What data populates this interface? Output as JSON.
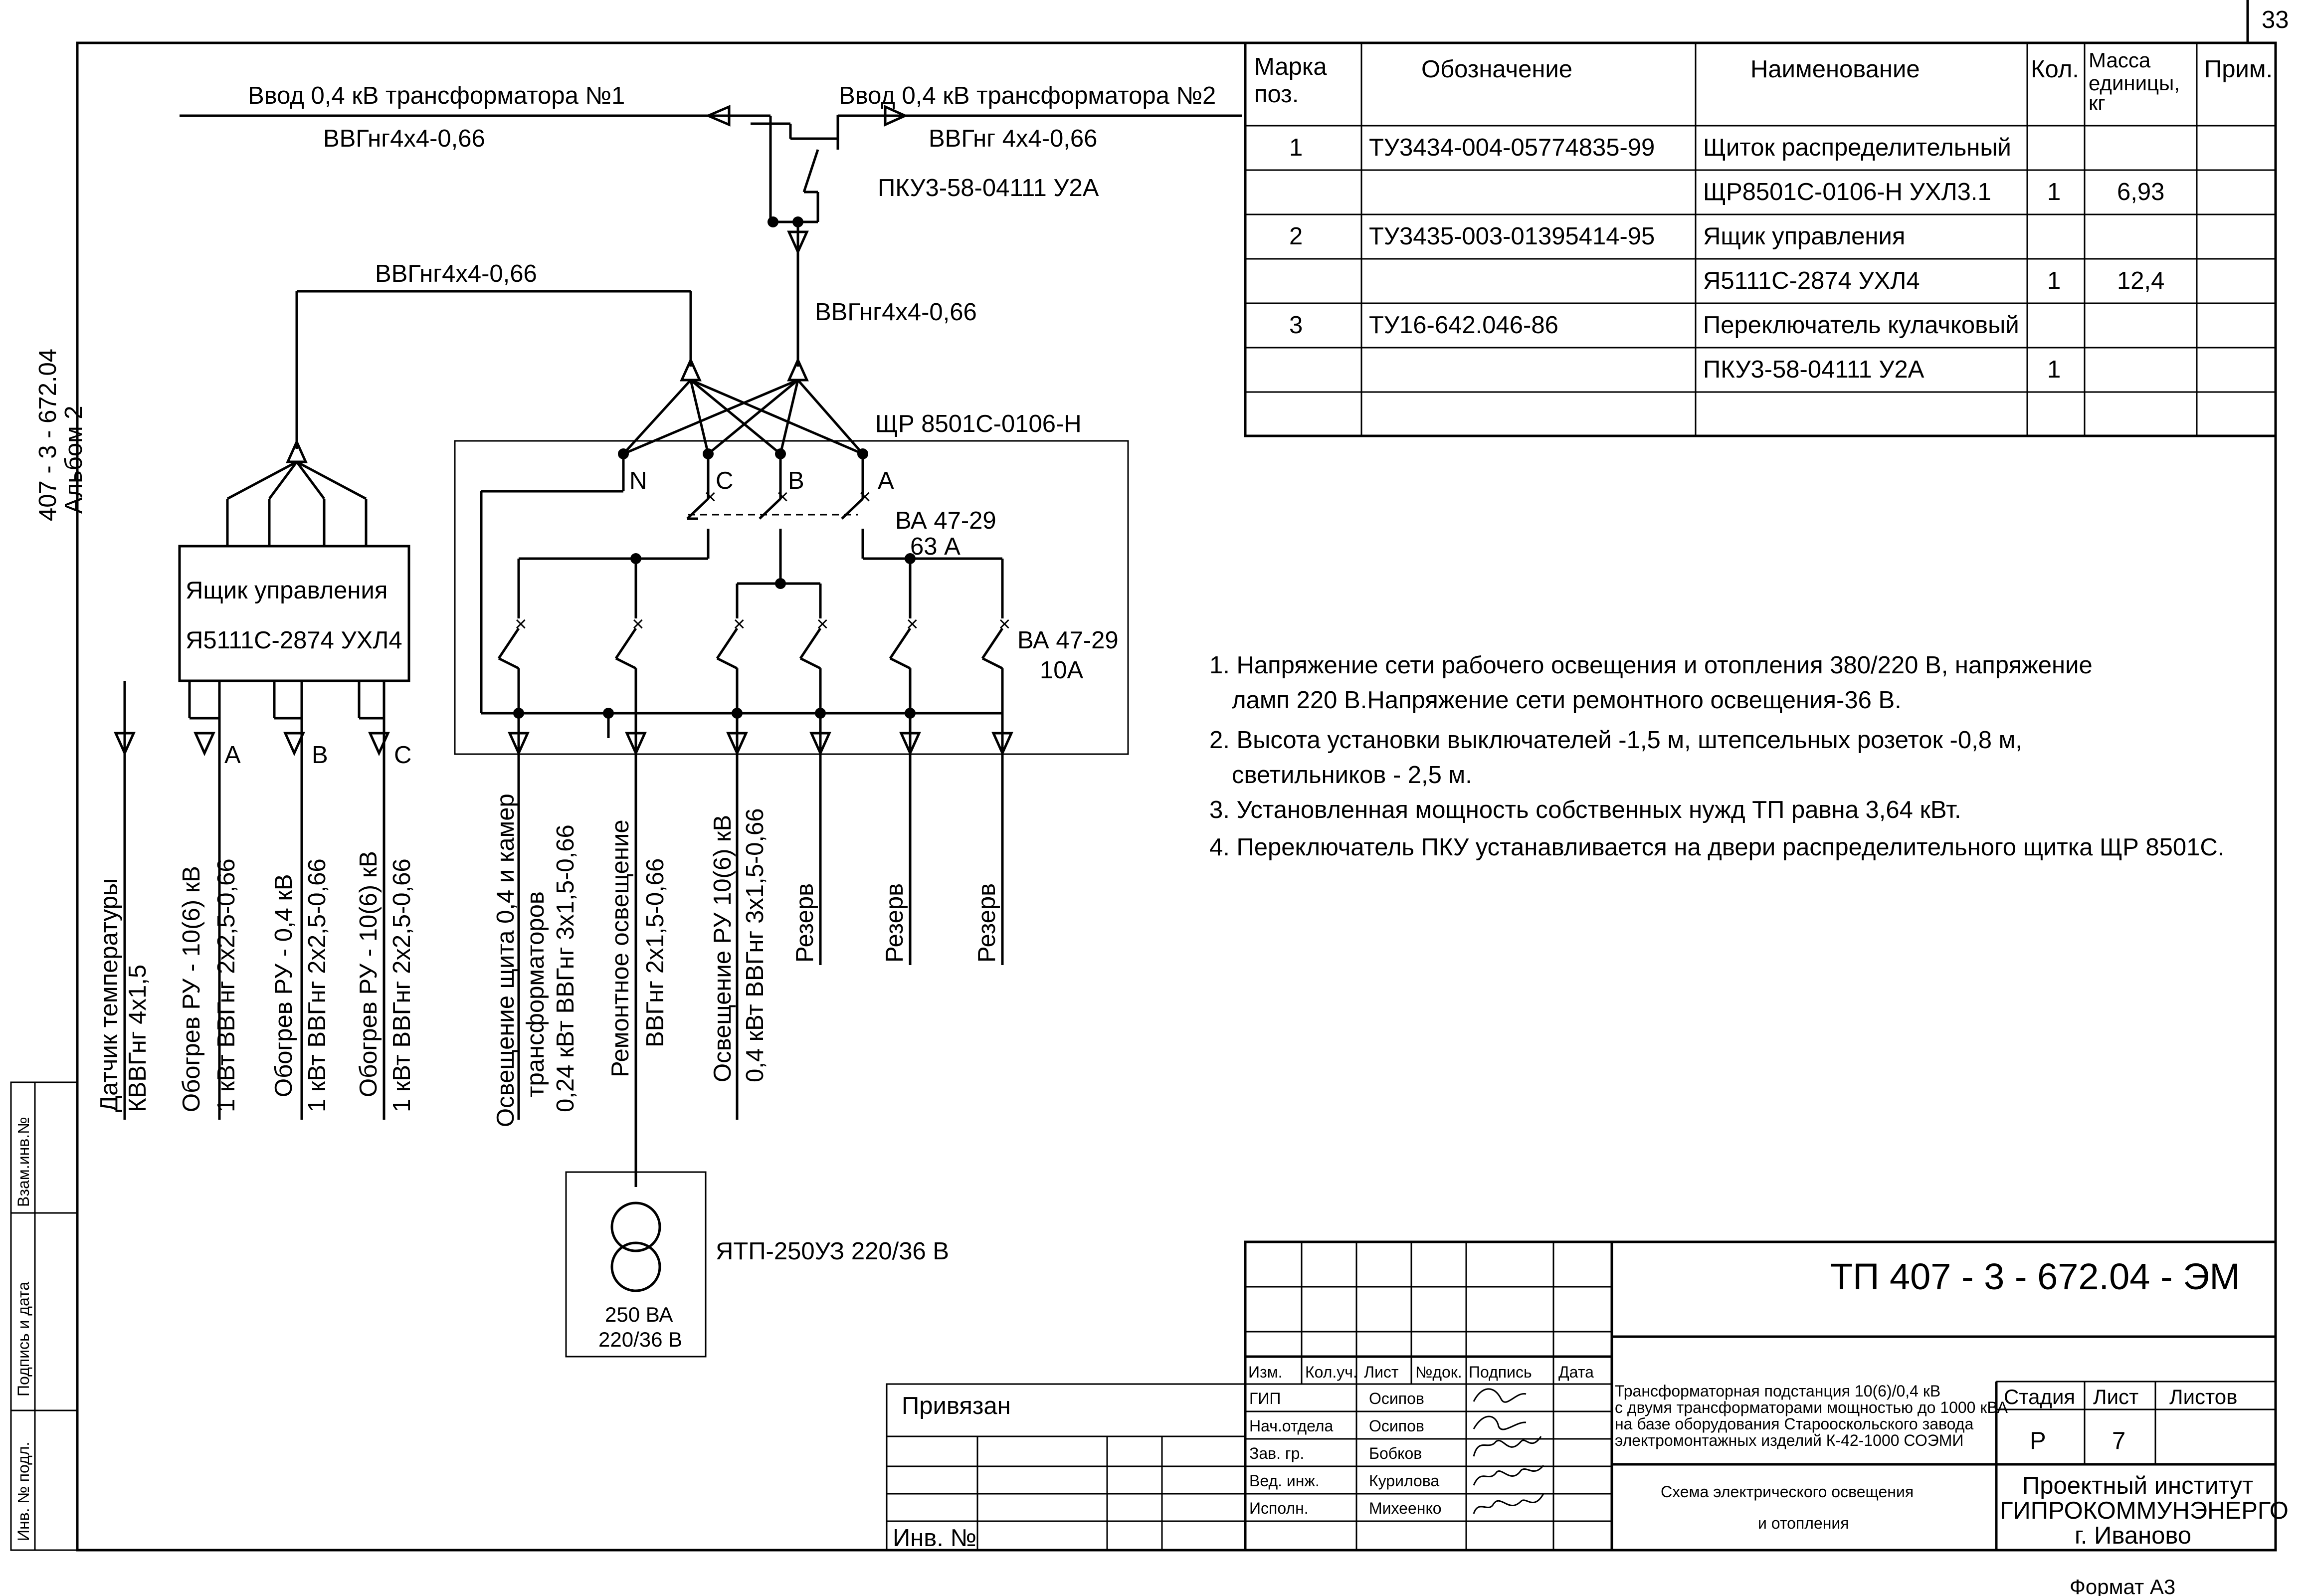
{
  "sheet": {
    "page_number": "33",
    "format": "Формат А3",
    "left_margin_code": "407 - 3 - 672.04",
    "left_margin_album": "Альбом 2",
    "side_stamp": [
      "Инв. № подл.",
      "Подпись и дата",
      "Взам.инв.№"
    ]
  },
  "diagram": {
    "input_1": "Ввод 0,4 кВ трансформатора №1",
    "input_2": "Ввод 0,4 кВ трансформатора №2",
    "cable_in_1": "ВВГнг4х4-0,66",
    "cable_in_2": "ВВГнг 4х4-0,66",
    "switch_label": "ПКУ3-58-04111 У2А",
    "cable_main": "ВВГнг4х4-0,66",
    "cable_box": "ВВГнг4х4-0,66",
    "panel_label": "ЩР 8501С-0106-Н",
    "phases": [
      "N",
      "C",
      "B",
      "A"
    ],
    "breaker_main_1": "ВА 47-29",
    "breaker_main_2": "63 А",
    "breaker_branch_1": "ВА 47-29",
    "breaker_branch_2": "10А",
    "control_box_1": "Ящик управления",
    "control_box_2": "Я5111С-2874 УХЛ4",
    "box_phases": [
      "A",
      "B",
      "C"
    ],
    "transformer_label": "ЯТП-250УЗ 220/36 В",
    "transformer_rating_1": "250 ВА",
    "transformer_rating_2": "220/36 В",
    "feeders": [
      {
        "lines": [
          "Датчик температуры",
          "КВВГнг 4х1,5"
        ]
      },
      {
        "lines": [
          "Обогрев РУ - 10(6) кВ",
          "1 кВт  ВВГнг 2х2,5-0,66"
        ]
      },
      {
        "lines": [
          "Обогрев РУ - 0,4 кВ",
          "1 кВт  ВВГнг 2х2,5-0,66"
        ]
      },
      {
        "lines": [
          "Обогрев РУ - 10(6) кВ",
          "1 кВт  ВВГнг 2х2,5-0,66"
        ]
      },
      {
        "lines": [
          "Освещение щита 0,4 и камер",
          "трансформаторов",
          "0,24 кВт  ВВГнг 3х1,5-0,66"
        ]
      },
      {
        "lines": [
          "Ремонтное освещение",
          "ВВГнг 2х1,5-0,66"
        ]
      },
      {
        "lines": [
          "Освещение РУ  10(6) кВ",
          "0,4 кВт  ВВГнг 3х1,5-0,66"
        ]
      },
      {
        "lines": [
          "Резерв"
        ]
      },
      {
        "lines": [
          "Резерв"
        ]
      },
      {
        "lines": [
          "Резерв"
        ]
      }
    ]
  },
  "spec_table": {
    "headers": [
      "Марка поз.",
      "Обозначение",
      "Наименование",
      "Кол.",
      "Масса единицы, кг",
      "Прим."
    ],
    "rows": [
      [
        "1",
        "ТУ3434-004-05774835-99",
        "Щиток распределительный",
        "",
        "",
        ""
      ],
      [
        "",
        "",
        "ЩР8501С-0106-Н УХЛ3.1",
        "1",
        "6,93",
        ""
      ],
      [
        "2",
        "ТУ3435-003-01395414-95",
        "Ящик управления",
        "",
        "",
        ""
      ],
      [
        "",
        "",
        "Я5111С-2874 УХЛ4",
        "1",
        "12,4",
        ""
      ],
      [
        "3",
        "ТУ16-642.046-86",
        "Переключатель кулачковый",
        "",
        "",
        ""
      ],
      [
        "",
        "",
        "ПКУ3-58-04111 У2А",
        "1",
        "",
        ""
      ],
      [
        "",
        "",
        "",
        "",
        "",
        ""
      ]
    ]
  },
  "notes": [
    "1. Напряжение сети рабочего освещения и отопления 380/220 В, напряжение",
    "лампͺ 220 В.Напряжение сети ремонтного освещения-36 В.",
    "2. Высота установки выключателей -1,5 м,  штепсельных розеток -0,8 м,",
    "светильников - 2,5 м.",
    "3. Установленная мощность собственных нужд ТП равна  3,64 кВт.",
    "4. Переключатель ПКУ устанавливается на двери распределительного щитка ЩР 8501С."
  ],
  "title_block": {
    "doc_code": "ТП 407 - 3 - 672.04 - ЭМ",
    "column_heads": [
      "Изм.",
      "Кол.уч.",
      "Лист",
      "№док.",
      "Подпись",
      "Дата"
    ],
    "roles": [
      "ГИП",
      "Нач.отдела",
      "Зав. гр.",
      "Вед. инж.",
      "Исполн."
    ],
    "names": [
      "Осипов",
      "Осипов",
      "Бобков",
      "Курилова",
      "Михеенко"
    ],
    "project_title": [
      "Трансформаторная подстанция 10(6)/0,4 кВ",
      "с двумя трансформаторами мощностью до 1000 кВА",
      "на базе оборудования Старооскольского завода",
      "электромонтажных изделий К-42-1000 СОЭМИ"
    ],
    "sheet_title": [
      "Схема электрического освещения",
      "и отопления"
    ],
    "stage_head": "Стадия",
    "sheet_head": "Лист",
    "sheets_head": "Листов",
    "stage": "Р",
    "sheet_no": "7",
    "institute": [
      "Проектный институт",
      "ГИПРОКОММУНЭНЕРГО",
      "г. Иваново"
    ],
    "linked": "Привязан",
    "inv": "Инв. №"
  }
}
